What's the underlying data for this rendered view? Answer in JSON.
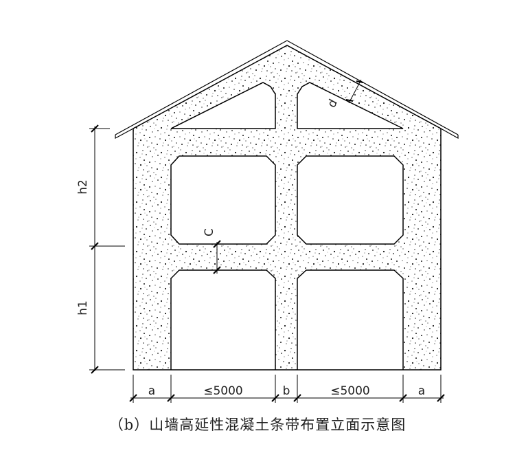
{
  "dimensions": {
    "bottom": [
      "a",
      "≤5000",
      "b",
      "≤5000",
      "a"
    ],
    "left": [
      "h2",
      "h1"
    ],
    "band_thickness": "C",
    "roof_band_thickness": "d"
  },
  "caption": "（b）山墙高延性混凝土条带布置立面示意图",
  "colors": {
    "line": "#000000",
    "speckle": "#1a1a1a",
    "background": "#ffffff"
  }
}
